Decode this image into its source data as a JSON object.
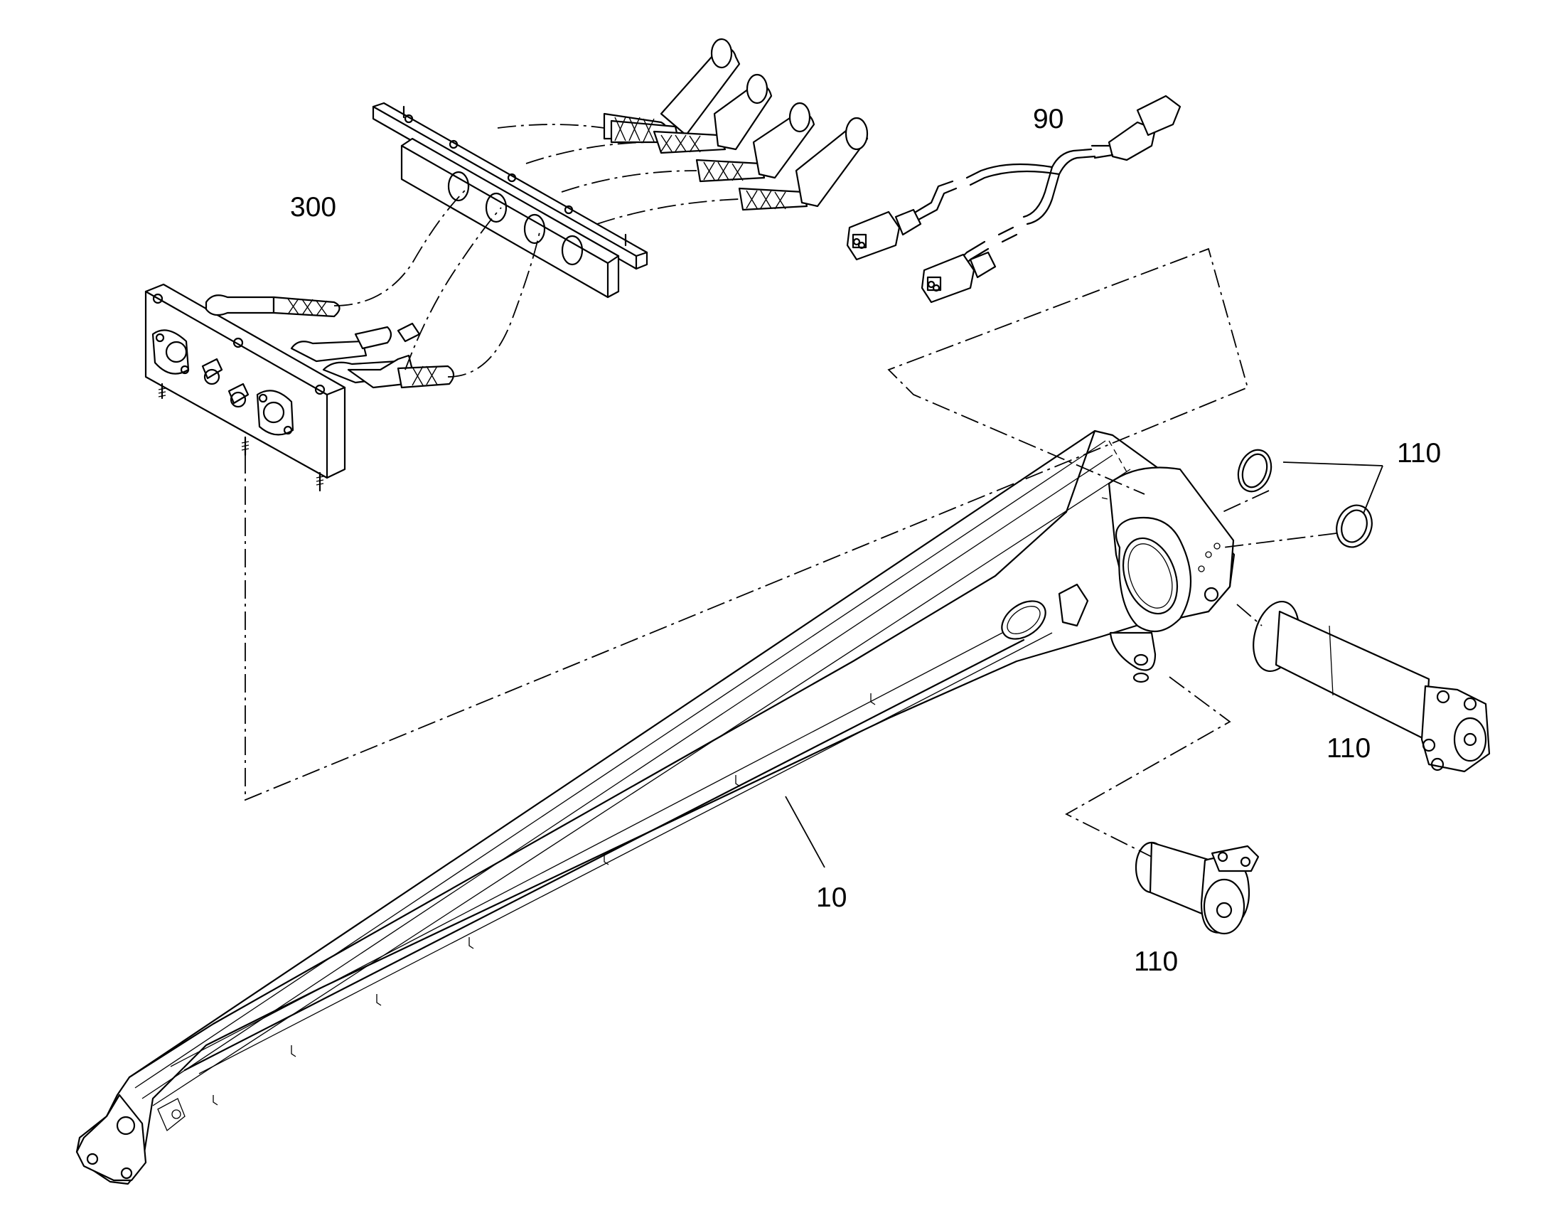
{
  "diagram": {
    "callouts": [
      {
        "id": "callout-300",
        "label": "300"
      },
      {
        "id": "callout-90",
        "label": "90"
      },
      {
        "id": "callout-110-rings",
        "label": "110"
      },
      {
        "id": "callout-110-pin-large",
        "label": "110"
      },
      {
        "id": "callout-10",
        "label": "10"
      },
      {
        "id": "callout-110-pin-small",
        "label": "110"
      }
    ]
  }
}
